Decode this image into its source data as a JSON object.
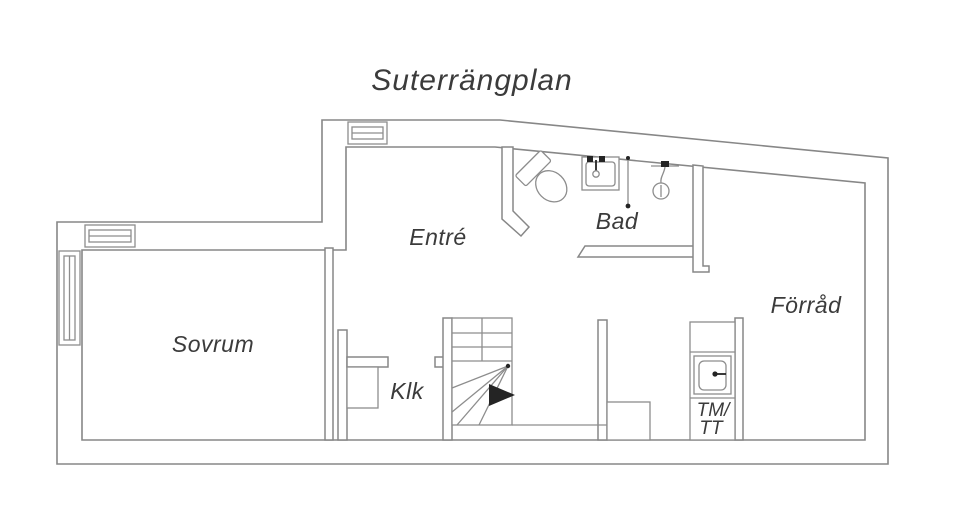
{
  "title": "Suterrängplan",
  "rooms": {
    "entre": {
      "label": "Entré"
    },
    "bad": {
      "label": "Bad"
    },
    "forrad": {
      "label": "Förråd"
    },
    "sovrum": {
      "label": "Sovrum"
    },
    "klk": {
      "label": "Klk"
    },
    "tmtt": {
      "line1": "TM/",
      "line2": "TT"
    }
  },
  "icons": [
    "window-icon",
    "toilet-icon",
    "washbasin-icon",
    "shower-icon",
    "shower-screen-icon",
    "staircase-icon",
    "direction-arrow-icon",
    "wardrobe-icon",
    "laundry-sink-icon"
  ],
  "colors": {
    "background": "#ffffff",
    "wall_line": "#878787",
    "fixture_line": "#8d8d8d",
    "text": "#3b3b3b",
    "accent_dark": "#242424"
  }
}
